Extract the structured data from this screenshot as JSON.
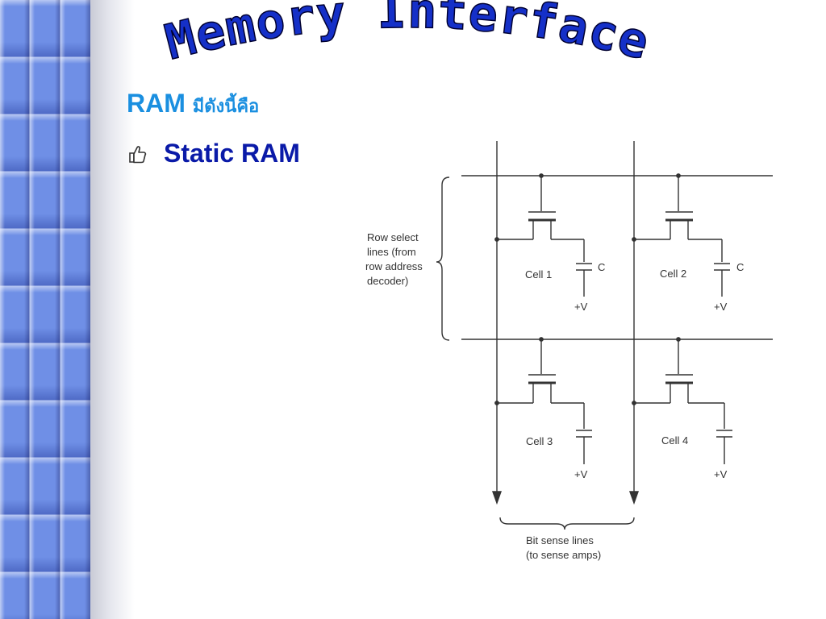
{
  "slide": {
    "title": "Memory Interface",
    "subtitle_en": "RAM",
    "subtitle_th": "มีดังนี้คือ",
    "bullet_text": "Static RAM",
    "bullet_icon": "thumbs-up-icon",
    "colors": {
      "title_fill": "#1530c8",
      "subtitle": "#1a8fe0",
      "bullet": "#0a1aa8",
      "pattern": "#6f8fe6"
    }
  },
  "diagram": {
    "row_select_label": [
      "Row select",
      "lines (from",
      "row address",
      "decoder)"
    ],
    "bit_sense_label": [
      "Bit sense lines",
      "(to sense amps)"
    ],
    "cells": [
      {
        "label": "Cell 1",
        "cap_label": "C",
        "supply": "+V"
      },
      {
        "label": "Cell 2",
        "cap_label": "C",
        "supply": "+V"
      },
      {
        "label": "Cell 3",
        "supply": "+V"
      },
      {
        "label": "Cell 4",
        "supply": "+V"
      }
    ]
  }
}
